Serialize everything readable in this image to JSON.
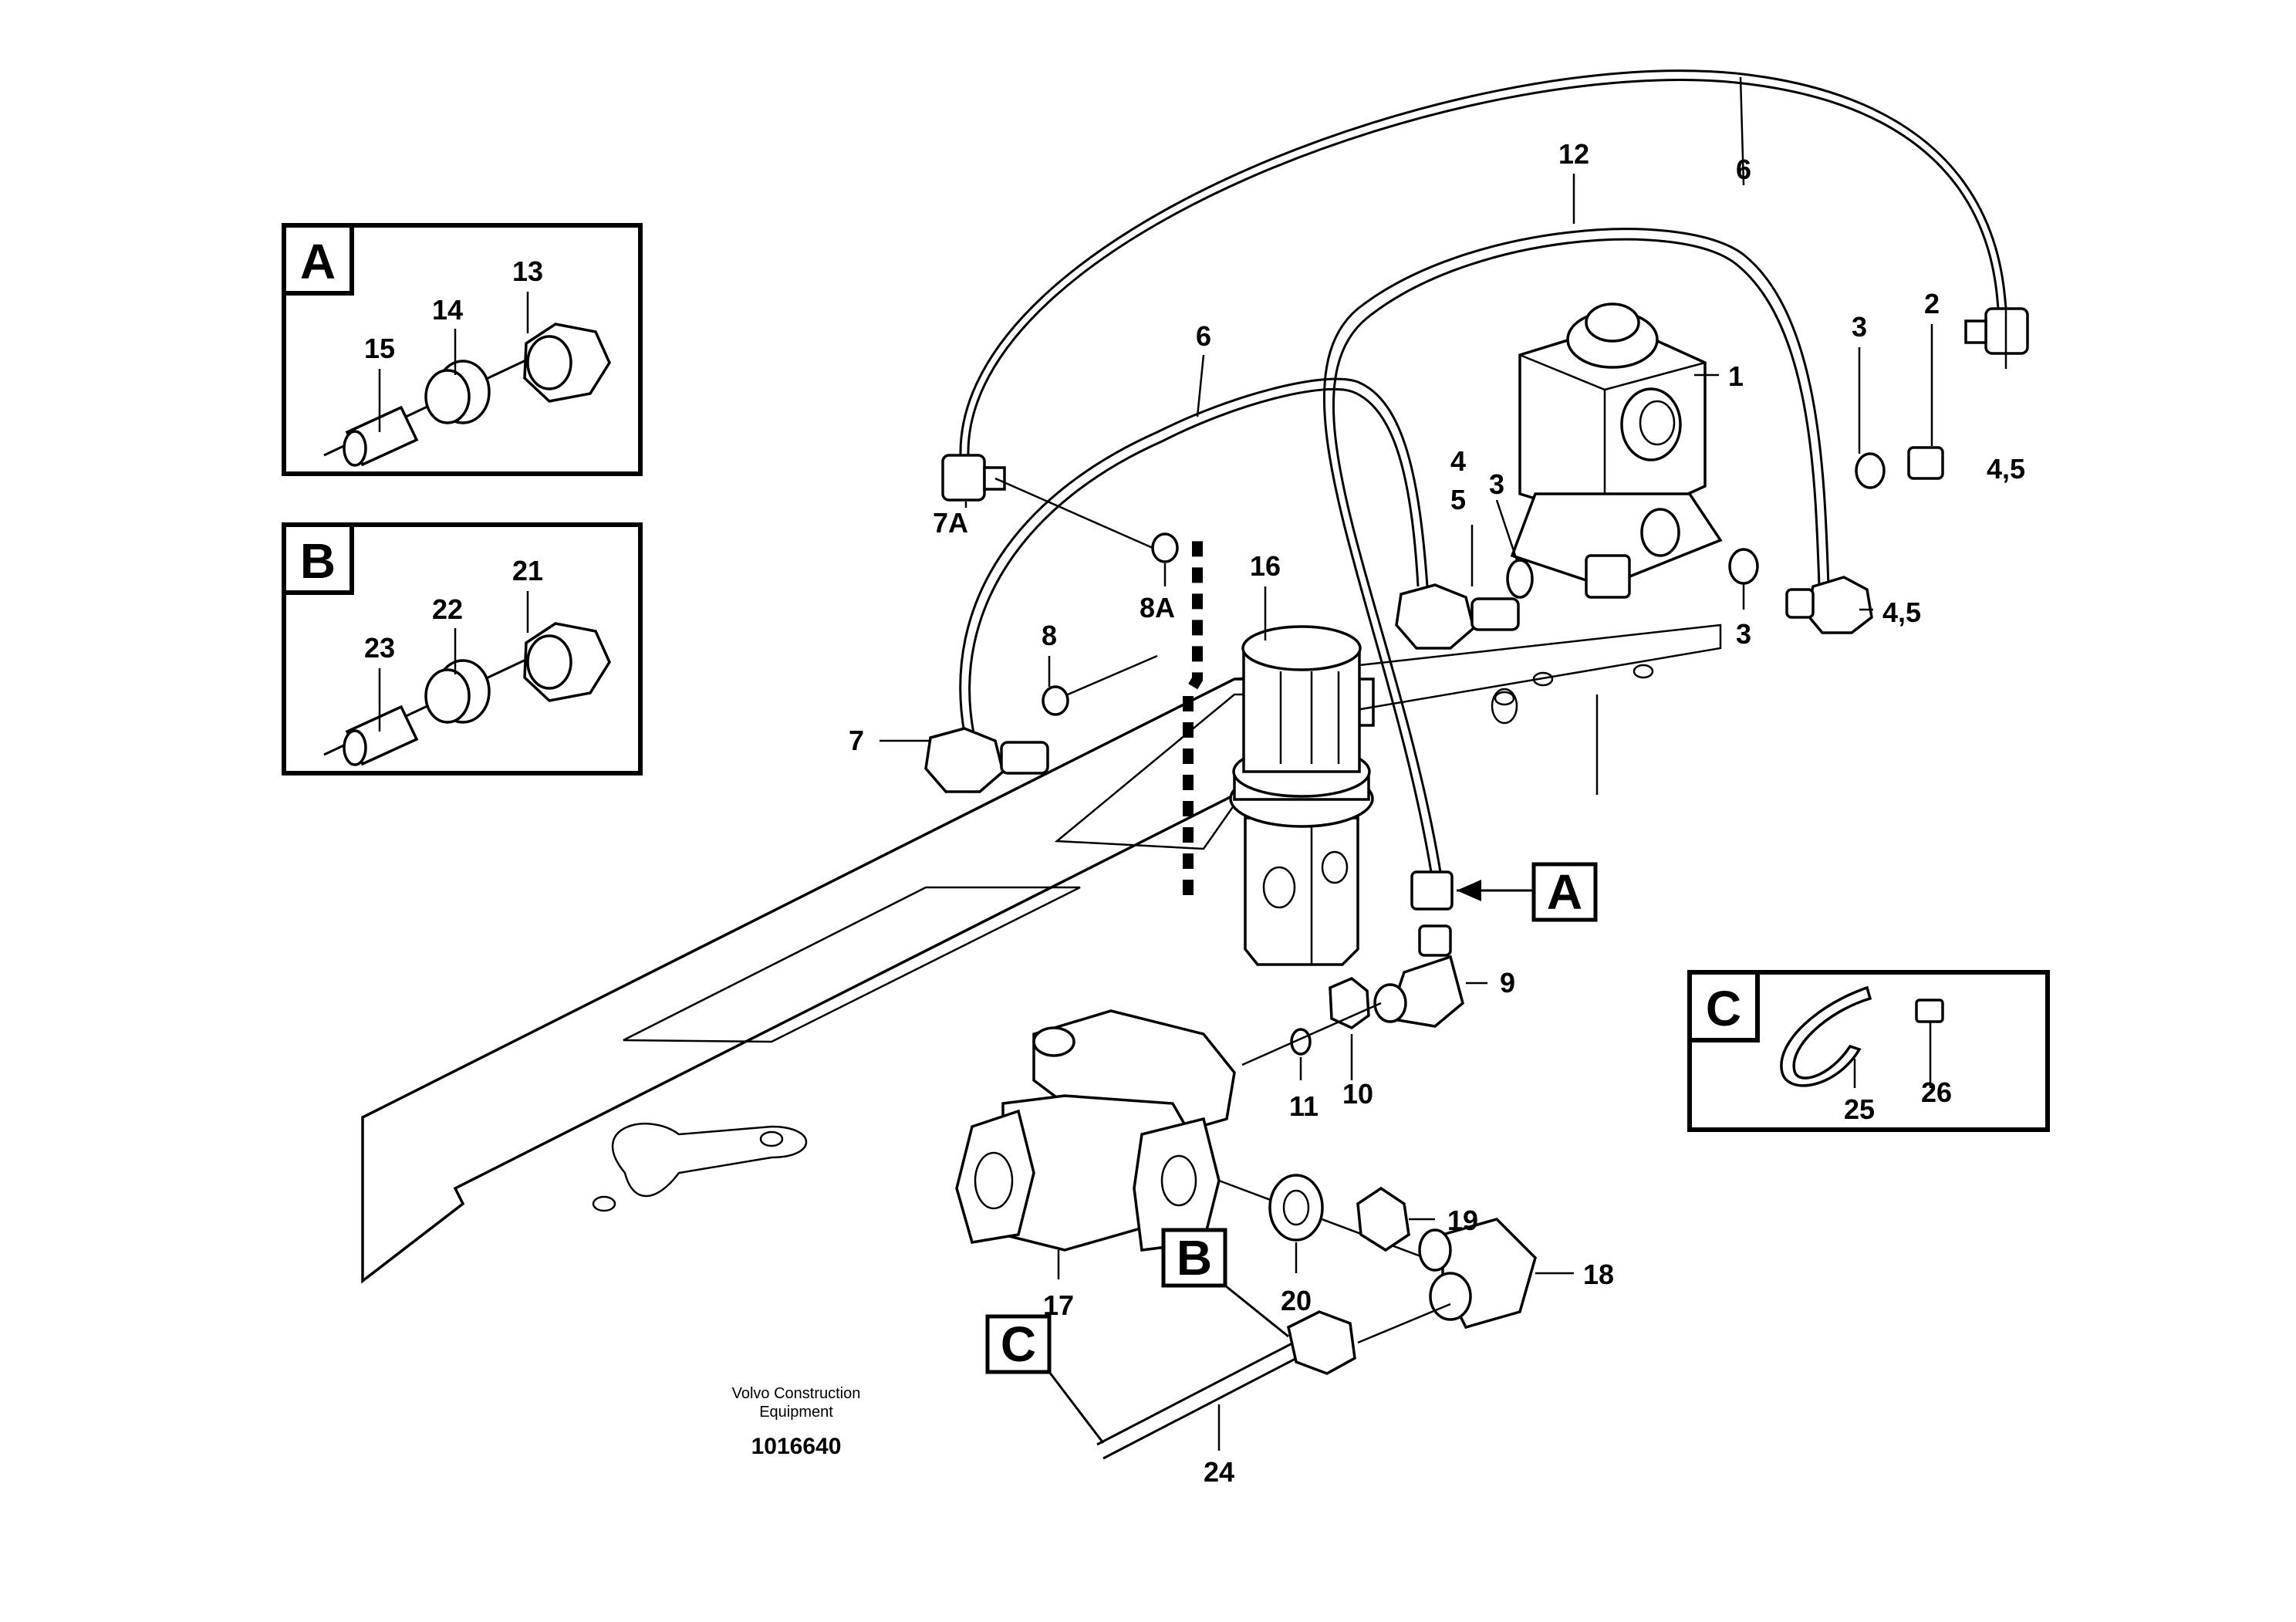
{
  "callouts": {
    "c1": "1",
    "c2": "2",
    "c3a": "3",
    "c3b": "3",
    "c3c": "3",
    "c4": "4",
    "c5": "5",
    "c45a": "4,5",
    "c45b": "4,5",
    "c6a": "6",
    "c6b": "6",
    "c7": "7",
    "c7a": "7A",
    "c8": "8",
    "c8a": "8A",
    "c9": "9",
    "c10": "10",
    "c11": "11",
    "c12": "12",
    "c13": "13",
    "c14": "14",
    "c15": "15",
    "c16": "16",
    "c17": "17",
    "c18": "18",
    "c19": "19",
    "c20": "20",
    "c21": "21",
    "c22": "22",
    "c23": "23",
    "c24": "24",
    "c25": "25",
    "c26": "26"
  },
  "detail_boxes": {
    "a": "A",
    "b": "B",
    "c": "C"
  },
  "tags": {
    "a": "A",
    "b": "B",
    "c": "C"
  },
  "footer": {
    "line1": "Volvo Construction",
    "line2": "Equipment",
    "number": "1016640"
  }
}
